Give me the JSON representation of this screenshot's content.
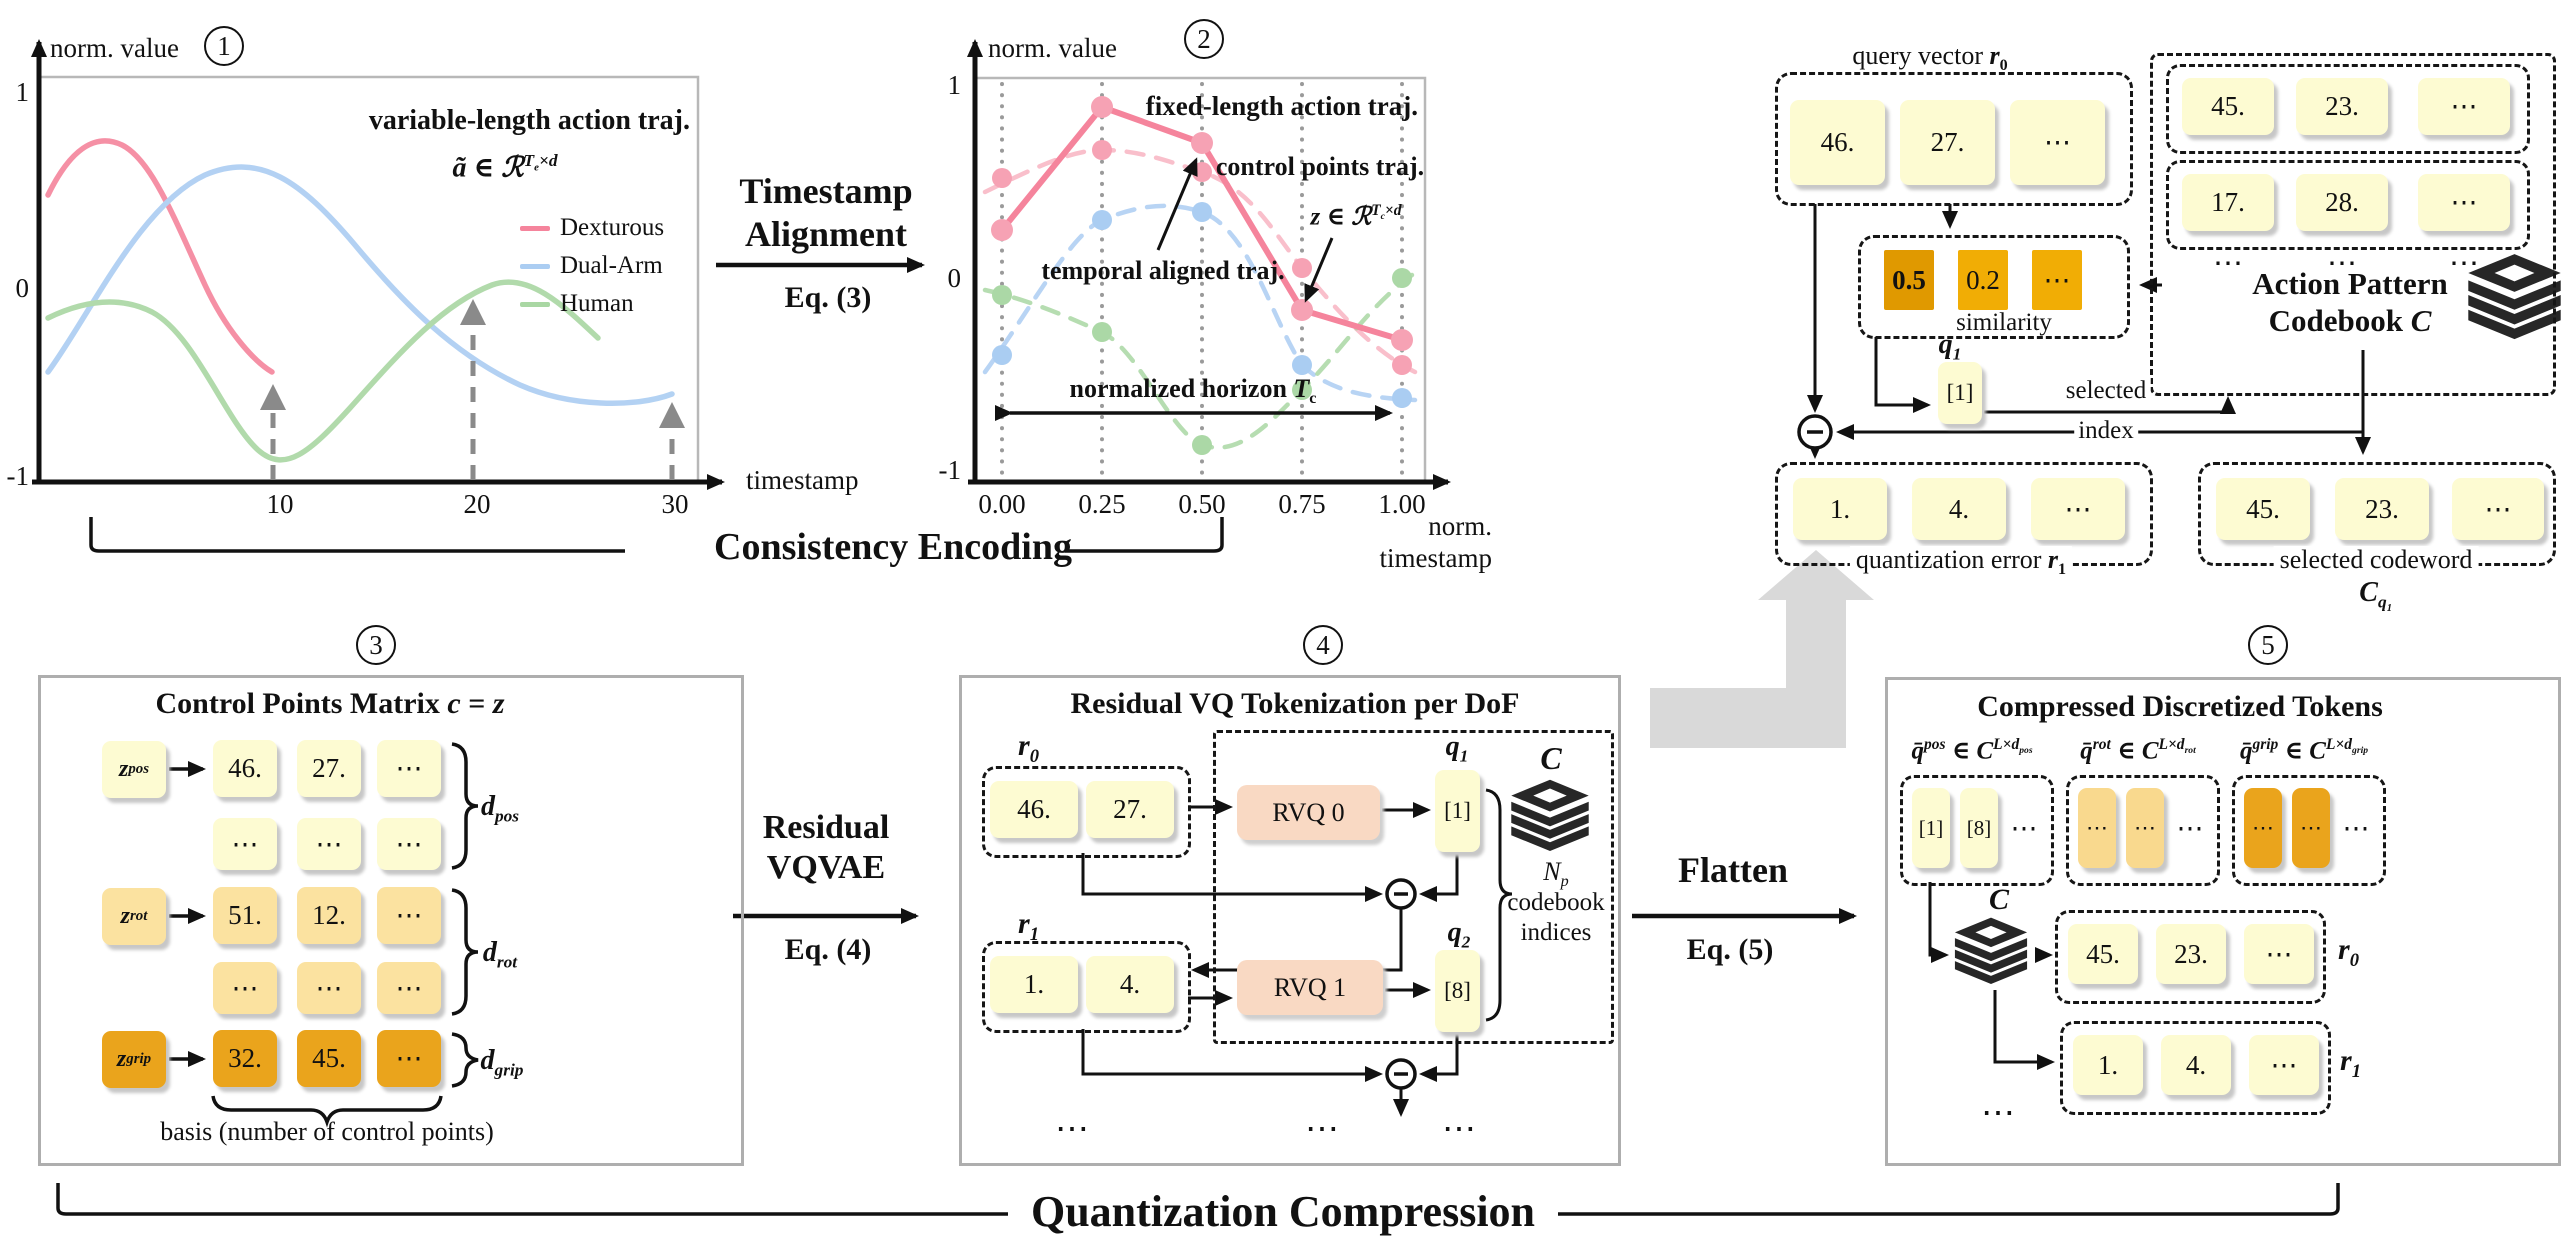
{
  "colors": {
    "pink": "#f5849c",
    "pink_dash": "#f8b4c2",
    "blue": "#abcdf2",
    "green": "#a9d7a3",
    "cell_yellow": "#fdfbd2",
    "cell_gold": "#fbe2a0",
    "cell_orange": "#eaa41c",
    "sim_dark": "#e09900",
    "sim_light": "#f1ad05",
    "rvq_peach": "#f9d9c3",
    "gray": "#8a8a8a"
  },
  "chart_data": [
    {
      "type": "line",
      "title": "variable-length action traj.",
      "xlabel": "timestamp",
      "ylabel": "norm. value",
      "xlim": [
        0,
        33
      ],
      "ylim": [
        -1,
        1
      ],
      "xticks": [
        10,
        20,
        30
      ],
      "yticks": [
        1,
        0,
        -1
      ],
      "legend_position": "right",
      "series": [
        {
          "name": "Dexturous",
          "x": [
            0,
            1.5,
            3,
            5,
            7,
            9,
            10
          ],
          "y": [
            0.48,
            0.72,
            0.78,
            0.45,
            -0.05,
            -0.33,
            -0.43
          ]
        },
        {
          "name": "Dual-Arm",
          "x": [
            0,
            4,
            9,
            14,
            19,
            24,
            28,
            30
          ],
          "y": [
            -0.43,
            0.25,
            0.6,
            0.25,
            -0.25,
            -0.5,
            -0.58,
            -0.55
          ]
        },
        {
          "name": "Human",
          "x": [
            0,
            3,
            6,
            9,
            10.5,
            14,
            18,
            21.5,
            26
          ],
          "y": [
            -0.15,
            -0.05,
            -0.2,
            -0.7,
            -0.85,
            -0.55,
            -0.1,
            0.02,
            -0.26
          ]
        }
      ],
      "annotations": [
        "dashed gray arrows at t=10,20,30"
      ]
    },
    {
      "type": "line",
      "title": "fixed-length action traj.",
      "xlabel": "norm. timestamp",
      "ylabel": "norm. value",
      "xlim": [
        0,
        1
      ],
      "ylim": [
        -1,
        1
      ],
      "xticks": [
        0.0,
        0.25,
        0.5,
        0.75,
        1.0
      ],
      "yticks": [
        1,
        0,
        -1
      ],
      "grid": "dotted vertical",
      "x": [
        0.0,
        0.25,
        0.5,
        0.75,
        1.0
      ],
      "series": [
        {
          "name": "control points traj. (solid pink)",
          "y": [
            0.25,
            0.89,
            0.7,
            -0.17,
            -0.32
          ]
        },
        {
          "name": "temporal aligned traj. pink (dashed)",
          "y": [
            0.52,
            0.66,
            0.55,
            0.05,
            -0.45
          ]
        },
        {
          "name": "temporal aligned traj. blue (dashed)",
          "y": [
            -0.4,
            0.3,
            0.34,
            -0.45,
            -0.62
          ]
        },
        {
          "name": "temporal aligned traj. green (dashed)",
          "y": [
            -0.09,
            -0.28,
            -0.87,
            -0.58,
            0.0
          ]
        }
      ],
      "annotations": [
        "control points traj.",
        "temporal aligned traj.",
        "z ∈ R^(Tc×d)",
        "normalized horizon Tc"
      ]
    }
  ],
  "plot1": {
    "num": "1",
    "ylabel": "norm. value",
    "xlabel": "timestamp",
    "title": "variable-length action traj.",
    "math": {
      "base": "ã ∈ ℛ",
      "sup_t": "T",
      "sup_te": "e",
      "sup_x": "×d"
    },
    "legend": [
      {
        "name": "Dexturous"
      },
      {
        "name": "Dual-Arm"
      },
      {
        "name": "Human"
      }
    ],
    "ytick1": "1",
    "ytick2": "0",
    "ytick3": "-1",
    "xtick1": "10",
    "xtick2": "20",
    "xtick3": "30"
  },
  "align_arrow": {
    "l1": "Timestamp",
    "l2": "Alignment",
    "eq": "Eq. (3)"
  },
  "plot2": {
    "num": "2",
    "ylabel": "norm. value",
    "title": "fixed-length action traj.",
    "ann_control": "control points traj.",
    "ann_temporal": "temporal aligned traj.",
    "ann_z": {
      "base": "z ∈ ℛ",
      "sup_t": "T",
      "sup_tc": "c",
      "sup_x": "×d"
    },
    "ann_h": {
      "base": "normalized horizon ",
      "t": "T",
      "tsub": "c"
    },
    "ytick1": "1",
    "ytick2": "0",
    "ytick3": "-1",
    "xtick1": "0.00",
    "xtick2": "0.25",
    "xtick3": "0.50",
    "xtick4": "0.75",
    "xtick5": "1.00",
    "xlabel1": "norm.",
    "xlabel2": "timestamp"
  },
  "consistency": "Consistency Encoding",
  "topright": {
    "query": {
      "label": "query vector ",
      "r": "r",
      "rsub": "0",
      "c1": "46.",
      "c2": "27.",
      "c3": "⋯"
    },
    "similarity": {
      "c1": "0.5",
      "c2": "0.2",
      "c3": "⋯",
      "label": "similarity"
    },
    "codebook": {
      "r1c1": "45.",
      "r1c2": "23.",
      "r1c3": "⋯",
      "r2c1": "17.",
      "r2c2": "28.",
      "r2c3": "⋯",
      "d1": "⋯",
      "d2": "⋯",
      "d3": "⋯",
      "t1": "Action Pattern",
      "t2": "Codebook ",
      "c": "C"
    },
    "q1": {
      "q": "q",
      "sub": "1",
      "cell": "[1]"
    },
    "selected": {
      "l1": "selected",
      "l2": "index"
    },
    "qerr": {
      "c1": "1.",
      "c2": "4.",
      "c3": "⋯",
      "label": "quantization error ",
      "r": "r",
      "rsub": "1"
    },
    "codeword": {
      "c1": "45.",
      "c2": "23.",
      "c3": "⋯",
      "label": "selected codeword",
      "c": "C",
      "csub": "q₁"
    }
  },
  "panel3": {
    "num": "3",
    "title": {
      "base": "Control Points Matrix ",
      "c": "c",
      "eq": " = ",
      "z": "z"
    },
    "zpos": {
      "z": "z",
      "sub": "pos"
    },
    "zrot": {
      "z": "z",
      "sub": "rot"
    },
    "zgrip": {
      "z": "z",
      "sub": "grip"
    },
    "r1c1": "46.",
    "r1c2": "27.",
    "r1c3": "⋯",
    "r2c1": "⋯",
    "r2c2": "⋯",
    "r2c3": "⋯",
    "r3c1": "51.",
    "r3c2": "12.",
    "r3c3": "⋯",
    "r4c1": "⋯",
    "r4c2": "⋯",
    "r4c3": "⋯",
    "r5c1": "32.",
    "r5c2": "45.",
    "r5c3": "⋯",
    "dpos": {
      "d": "d",
      "sub": "pos"
    },
    "drot": {
      "d": "d",
      "sub": "rot"
    },
    "dgrip": {
      "d": "d",
      "sub": "grip"
    },
    "basis": "basis (number of control points)"
  },
  "vqvae": {
    "l1": "Residual",
    "l2": "VQVAE",
    "eq": "Eq. (4)"
  },
  "panel4": {
    "num": "4",
    "title": "Residual VQ Tokenization per DoF",
    "r0": {
      "r": "r",
      "sub": "0",
      "c1": "46.",
      "c2": "27."
    },
    "r1": {
      "r": "r",
      "sub": "1",
      "c1": "1.",
      "c2": "4."
    },
    "rvq0": "RVQ 0",
    "rvq1": "RVQ 1",
    "q1": {
      "q": "q",
      "sub": "1",
      "cell": "[1]"
    },
    "q2": {
      "q": "q",
      "sub": "2",
      "cell": "[8]"
    },
    "c": "C",
    "np": {
      "n": "N",
      "sub": "p"
    },
    "cb1": "codebook",
    "cb2": "indices",
    "d1": "⋯",
    "d2": "⋯",
    "d3": "⋯"
  },
  "flatten": {
    "l1": "Flatten",
    "eq": "Eq. (5)"
  },
  "panel5": {
    "num": "5",
    "title": "Compressed Discretized Tokens",
    "g1": {
      "q": "q̄",
      "sup": "pos",
      "mid": " ∈ C",
      "exp": "L×d",
      "dsub": "pos",
      "c1": "[1]",
      "c2": "[8]",
      "c3": "⋯"
    },
    "g2": {
      "q": "q̄",
      "sup": "rot",
      "mid": " ∈ C",
      "exp": "L×d",
      "dsub": "rot",
      "c1": "⋯",
      "c2": "⋯",
      "c3": "⋯"
    },
    "g3": {
      "q": "q̄",
      "sup": "grip",
      "mid": " ∈ C",
      "exp": "L×d",
      "dsub": "grip",
      "c1": "⋯",
      "c2": "⋯",
      "c3": "⋯"
    },
    "c": "C",
    "r0": {
      "c1": "45.",
      "c2": "23.",
      "c3": "⋯",
      "r": "r",
      "sub": "0"
    },
    "r1": {
      "c1": "1.",
      "c2": "4.",
      "c3": "⋯",
      "r": "r",
      "sub": "1"
    },
    "dots": "⋯"
  },
  "quantization": "Quantization Compression"
}
